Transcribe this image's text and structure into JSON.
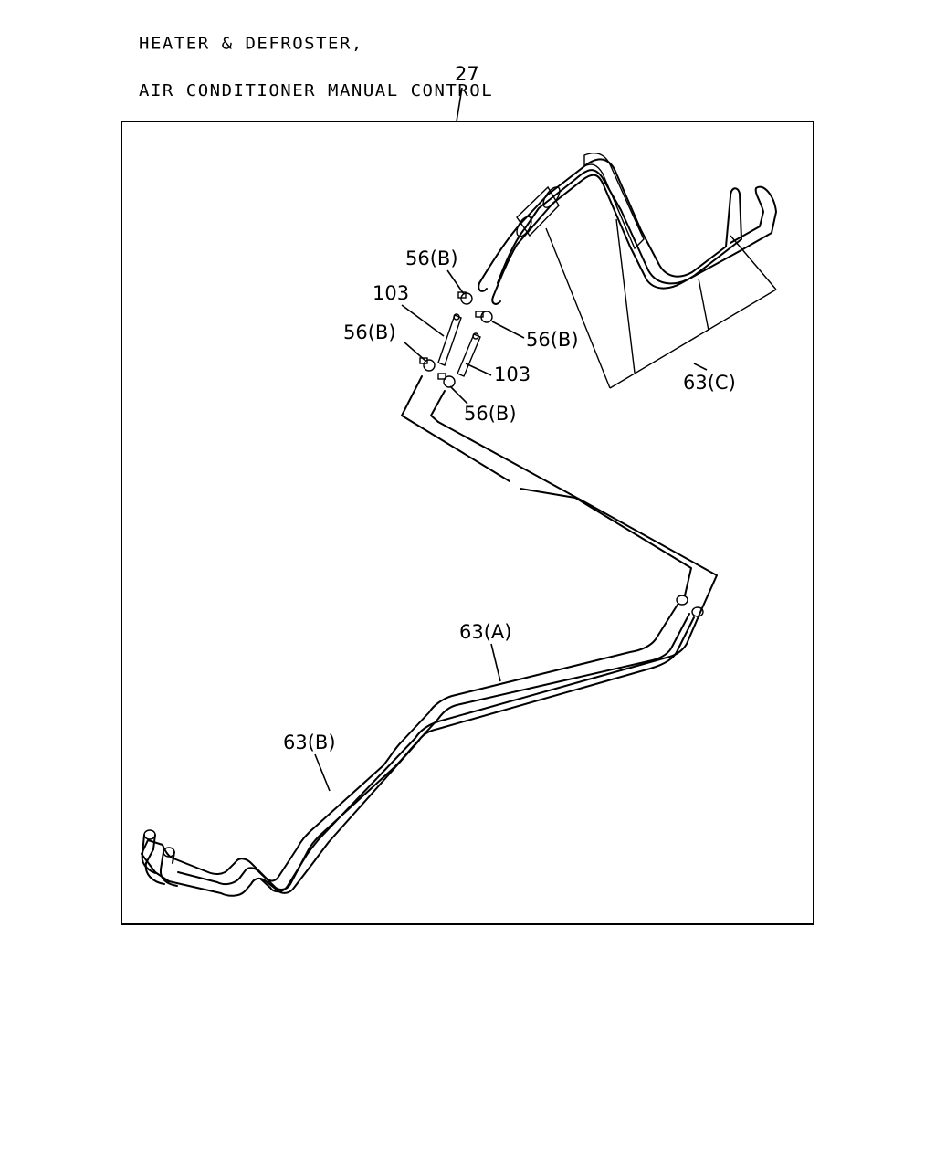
{
  "header": {
    "title_line1": "HEATER & DEFROSTER,",
    "title_line2": "AIR CONDITIONER MANUAL CONTROL"
  },
  "diagram": {
    "group_ref": "27",
    "callouts": {
      "hose_clamp_top": "56(B)",
      "hose_clamp_upper_right": "56(B)",
      "hose_clamp_mid_left": "56(B)",
      "hose_clamp_lower": "56(B)",
      "joint_upper": "103",
      "joint_lower": "103",
      "hose_c": "63(C)",
      "hose_a": "63(A)",
      "hose_b": "63(B)"
    }
  },
  "colors": {
    "line": "#000000",
    "background": "#ffffff"
  }
}
